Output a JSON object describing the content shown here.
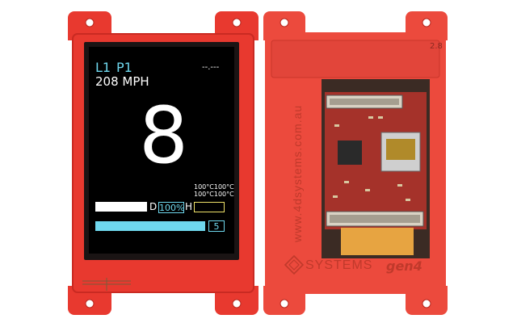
{
  "display": {
    "line1_left": "L1",
    "line1_right": "P1",
    "speed": "208 MPH",
    "timer": "--.---",
    "gear": "8",
    "temp_line1": "100°C100°C",
    "temp_line2": "100°C100°C",
    "d_label": "D",
    "percent_box": "100%",
    "h_label": "H",
    "bottom_value": "5"
  },
  "back": {
    "version": "2.8",
    "url": "www.4dsystems.com.au",
    "brand": "SYSTEMS",
    "model": "gen4"
  },
  "colors": {
    "board": "#e8392f",
    "accent": "#6fd8ee",
    "pcb": "#a5322a"
  }
}
